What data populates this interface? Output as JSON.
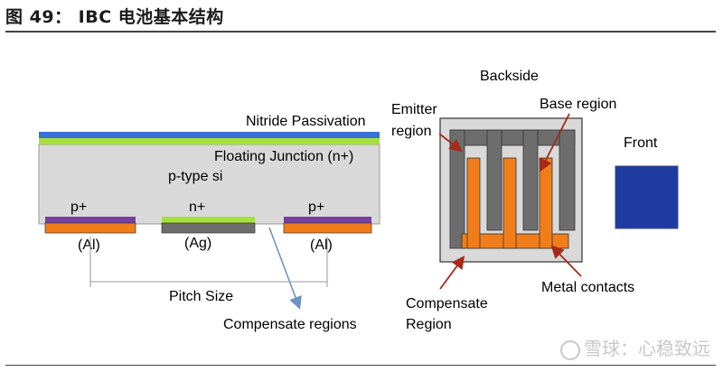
{
  "title": "图 49： IBC 电池基本结构",
  "left_diagram": {
    "nitride_label": "Nitride Passivation",
    "floating_label": "Floating Junction (n+)",
    "ptype_label": "p-type si",
    "contacts": [
      {
        "top": "p+",
        "bottom": "(Al)"
      },
      {
        "top": "n+",
        "bottom": "(Ag)"
      },
      {
        "top": "p+",
        "bottom": "(Al)"
      }
    ],
    "pitch_label": "Pitch Size",
    "compensate_label": "Compensate regions"
  },
  "right_diagram": {
    "backside_label": "Backside",
    "emitter_label_line1": "Emitter",
    "emitter_label_line2": "region",
    "base_label": "Base region",
    "front_label": "Front",
    "metal_label": "Metal contacts",
    "compensate_line1": "Compensate",
    "compensate_line2": "Region"
  },
  "watermark": "雪球：心稳致远",
  "colors": {
    "nitride": "#3a6fd8",
    "junction": "#a6e03c",
    "substrate": "#d9d9d9",
    "p_plus": "#7a3fa0",
    "aluminum": "#f07d1a",
    "silver": "#6d6d6d",
    "front": "#1f3aa0",
    "arrow_red": "#a52a1a",
    "arrow_blue": "#6f93c8"
  }
}
